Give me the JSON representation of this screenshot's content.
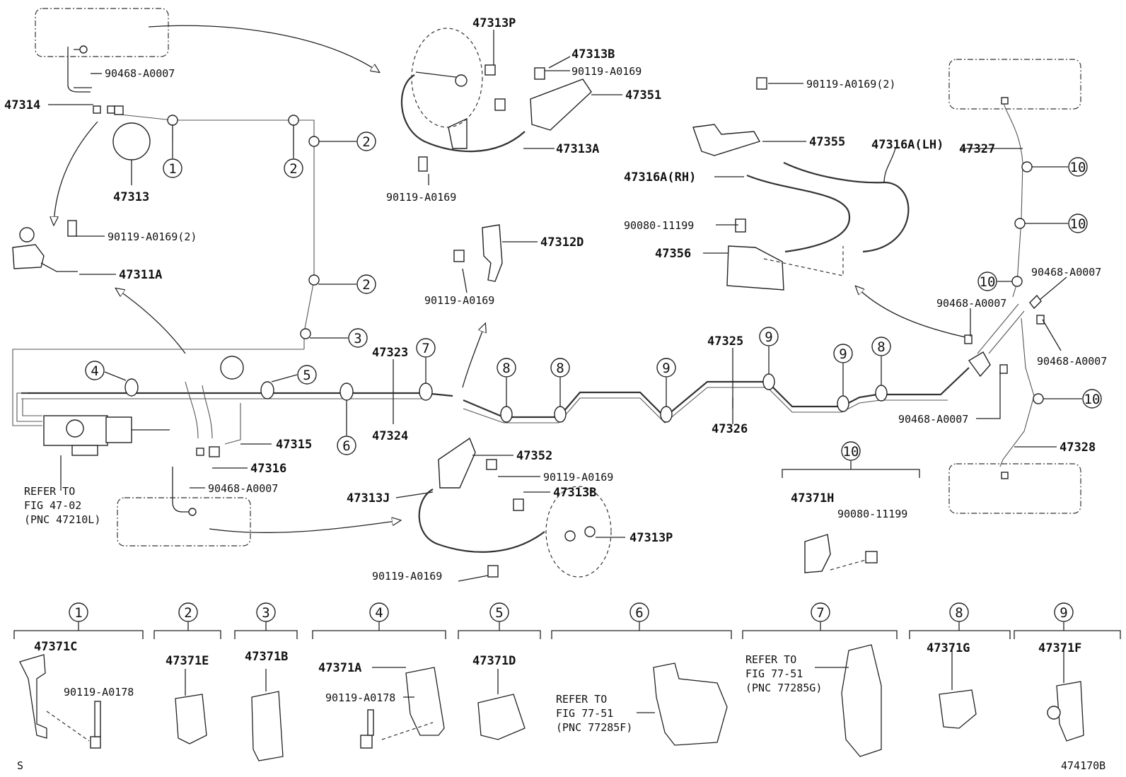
{
  "figure_code": "474170B",
  "corner_mark": "S",
  "labels": {
    "p47313P_top": "47313P",
    "p47313B_top": "47313B",
    "p90119_top1": "90119-A0169",
    "p47351": "47351",
    "p47313A": "47313A",
    "p90119_top2": "90119-A0169",
    "p90468_tl": "90468-A0007",
    "p47314": "47314",
    "p47313": "47313",
    "p90119_x2_left": "90119-A0169(2)",
    "p47311A": "47311A",
    "p47312D": "47312D",
    "p90119_mid": "90119-A0169",
    "p47323": "47323",
    "p47324": "47324",
    "p47325": "47325",
    "p47326": "47326",
    "p47315": "47315",
    "p47316": "47316",
    "p90468_bl": "90468-A0007",
    "refer_1a": "REFER TO",
    "refer_1b": "FIG 47-02",
    "refer_1c": "(PNC 47210L)",
    "p47352": "47352",
    "p90119_bm1": "90119-A0169",
    "p47313J": "47313J",
    "p47313B_bot": "47313B",
    "p47313P_bot": "47313P",
    "p90119_bm2": "90119-A0169",
    "p90119_x2_right": "90119-A0169(2)",
    "p47355": "47355",
    "p47316A_LH": "47316A(LH)",
    "p47316A_RH": "47316A(RH)",
    "p90080_r": "90080-11199",
    "p47356": "47356",
    "p47327": "47327",
    "p90468_r1": "90468-A0007",
    "p90468_r2": "90468-A0007",
    "p90468_r3": "90468-A0007",
    "p90468_r4": "90468-A0007",
    "p47328": "47328",
    "p47371H": "47371H",
    "p90080_h": "90080-11199",
    "p47371C": "47371C",
    "p90119_178a": "90119-A0178",
    "p47371E": "47371E",
    "p47371B": "47371B",
    "p47371A": "47371A",
    "p90119_178b": "90119-A0178",
    "p47371D": "47371D",
    "refer_6a": "REFER TO",
    "refer_6b": "FIG 77-51",
    "refer_6c": "(PNC 77285F)",
    "refer_7a": "REFER TO",
    "refer_7b": "FIG 77-51",
    "refer_7c": "(PNC 77285G)",
    "p47371G": "47371G",
    "p47371F": "47371F"
  },
  "callouts": {
    "c1": "1",
    "c2": "2",
    "c3": "3",
    "c4": "4",
    "c5": "5",
    "c6": "6",
    "c7": "7",
    "c8": "8",
    "c9": "9",
    "c10": "10"
  }
}
